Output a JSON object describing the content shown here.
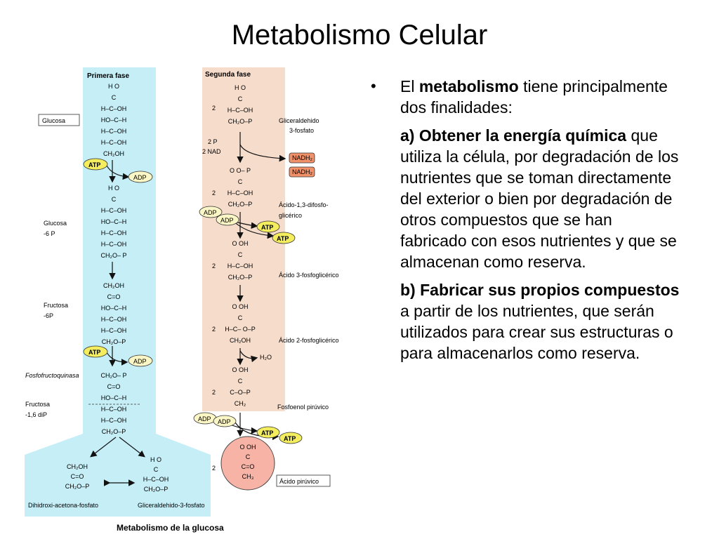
{
  "slide": {
    "title": "Metabolismo Celular",
    "bullet": {
      "intro_pre": "El ",
      "intro_bold": "metabolismo",
      "intro_post": " tiene principalmente dos finalidades:",
      "a_bold": "a) Obtener la energía química",
      "a_text": " que utiliza la célula, por degradación de los nutrientes que se toman directamente del exterior o bien por degradación de otros compuestos que se han fabricado con esos nutrientes y que se almacenan como reserva.",
      "b_bold": "b) Fabricar sus propios compuestos",
      "b_text": " a partir de los nutrientes, que serán utilizados para crear  sus estructuras o para almacenarlos como reserva."
    }
  },
  "diagram": {
    "caption": "Metabolismo de la glucosa",
    "phase1_title": "Primera fase",
    "phase2_title": "Segunda fase",
    "colors": {
      "phase1": "#c5eef6",
      "phase2": "#f6dccb",
      "atp": "#f4ee5e",
      "adp": "#fbf6c6",
      "nadh": "#f0916a",
      "pyruvate": "#f7b3a6"
    },
    "labels": {
      "glucosa": "Glucosa",
      "glucosa6p_1": "Glucosa",
      "glucosa6p_2": "-6 P",
      "fructosa6p_1": "Fructosa",
      "fructosa6p_2": "-6P",
      "fosfofructoquinasa": "Fosfofructoquinasa",
      "fructosa16_1": "Fructosa",
      "fructosa16_2": "-1,6 diP",
      "dihidroxi": "Dihidroxi-acetona-fosfato",
      "gliceraldehido3f": "Gliceraldehido-3-fosfato",
      "gliceraldehido_1": "Gliceraldehido",
      "gliceraldehido_2": "3-fosfato",
      "difosfo_1": "Ácido-1,3-difosfo-",
      "difosfo_2": "glicérico",
      "fosfoglic3": "Ácido 3-fosfoglicérico",
      "fosfoglic2": "Ácido 2-fosfoglicérico",
      "fosfoenol": "Fosfoenol pirúvico",
      "piruvico": "Ácido pirúvico",
      "two_p": "2 P",
      "two_nad": "2 NAD",
      "h2o": "H₂O"
    },
    "molecules": {
      "atp": "ATP",
      "adp": "ADP",
      "nadh": "NADH₂"
    },
    "coef": "2",
    "glucose": [
      "H   O",
      "C",
      "H–C–OH",
      "HO–C–H",
      "H–C–OH",
      "H–C–OH",
      "CH₂OH"
    ],
    "glucose6p": [
      "H   O",
      "C",
      "H–C–OH",
      "HO–C–H",
      "H–C–OH",
      "H–C–OH",
      "CH₂O–  P"
    ],
    "fructose6p": [
      "CH₂OH",
      "C=O",
      "HO–C–H",
      "H–C–OH",
      "H–C–OH",
      "CH₂O–P"
    ],
    "fructose16": [
      "CH₂O–  P",
      "C=O",
      "HO–C–H",
      "H–C–OH",
      "H–C–OH",
      "CH₂O–P"
    ],
    "dhap": [
      "CH₂OH",
      "C=O",
      "CH₂O–P"
    ],
    "g3p_left": [
      "H   O",
      "C",
      "H–C–OH",
      "CH₂O–P"
    ],
    "g3p": [
      "H   O",
      "C",
      "H–C–OH",
      "CH₂O–P"
    ],
    "bpg": [
      "O   O– P",
      "C",
      "H–C–OH",
      "CH₂O–P"
    ],
    "pga3": [
      "O   OH",
      "C",
      "H–C–OH",
      "CH₂O–P"
    ],
    "pga2": [
      "O   OH",
      "C",
      "H–C–  O–P",
      "CH₂OH"
    ],
    "pep": [
      "O   OH",
      "C",
      "C–O–P",
      "CH₂"
    ],
    "pyruvate": [
      "O   OH",
      "C",
      "C=O",
      "CH₃"
    ]
  }
}
